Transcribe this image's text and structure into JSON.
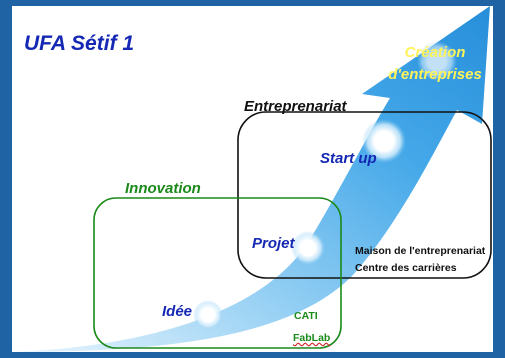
{
  "title": "UFA Sétif 1",
  "creation": {
    "line1": "Création",
    "line2": "d'entreprises"
  },
  "entrepreneuriat": "Entreprenariat",
  "innovation": "Innovation",
  "stages": {
    "startup": "Start up",
    "projet": "Projet",
    "idee": "Idée"
  },
  "structures": {
    "maison": "Maison de l'entreprenariat",
    "centre": "Centre des carrières",
    "cati": "CATI",
    "fablab": "FabLab"
  },
  "colors": {
    "frame": "#1f63a4",
    "title": "#1428b4",
    "innovation": "#1a8a1a",
    "creation": "#fff35a",
    "arrow": "#3fa6e6"
  }
}
